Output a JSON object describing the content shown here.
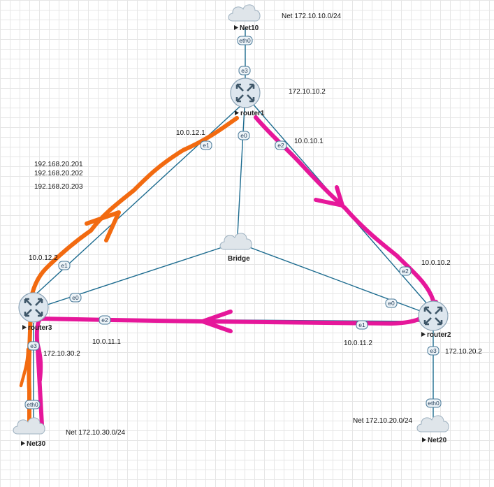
{
  "nodes": {
    "net10": {
      "label": "Net10"
    },
    "net20": {
      "label": "Net20"
    },
    "net30": {
      "label": "Net30"
    },
    "bridge": {
      "label": "Bridge"
    },
    "router1": {
      "label": "router1"
    },
    "router2": {
      "label": "router2"
    },
    "router3": {
      "label": "router3"
    }
  },
  "ports": {
    "net10_eth0": "eth0",
    "r1_e3": "e3",
    "r1_e1": "e1",
    "r1_e0": "e0",
    "r1_e2": "e2",
    "r2_e2": "e2",
    "r2_e0": "e0",
    "r2_e1": "e1",
    "r2_e3": "e3",
    "r3_e1": "e1",
    "r3_e0": "e0",
    "r3_e2": "e2",
    "r3_e3": "e3",
    "net20_eth0": "eth0",
    "net30_eth0": "eth0"
  },
  "labels": {
    "net10_subnet": "Net 172.10.10.0/24",
    "r1_ip": "172.10.10.2",
    "link_r1_r3_top": "10.0.12.1",
    "link_r1_r2_top": "10.0.10.1",
    "hosts": [
      "192.168.20.201",
      "192.168.20.202",
      "192.168.20.203"
    ],
    "link_r1_r3_bottom": "10.0.12.2",
    "link_r1_r2_bottom": "10.0.10.2",
    "link_r3_r2_left": "10.0.11.1",
    "link_r3_r2_right": "10.0.11.2",
    "r3_ip": "172.10.30.2",
    "r2_ip": "172.10.20.2",
    "net20_subnet": "Net 172.10.20.0/24",
    "net30_subnet": "Net 172.10.30.0/24"
  },
  "colors": {
    "link": "#1c6b8f",
    "router_fill": "#dde6ee",
    "router_stroke": "#8aa2b5",
    "router_arrow": "#3e5668",
    "path_orange": "#f26a10",
    "path_magenta": "#e6179a",
    "port_stroke": "#4a7a99",
    "port_fill": "#eef4f8"
  }
}
